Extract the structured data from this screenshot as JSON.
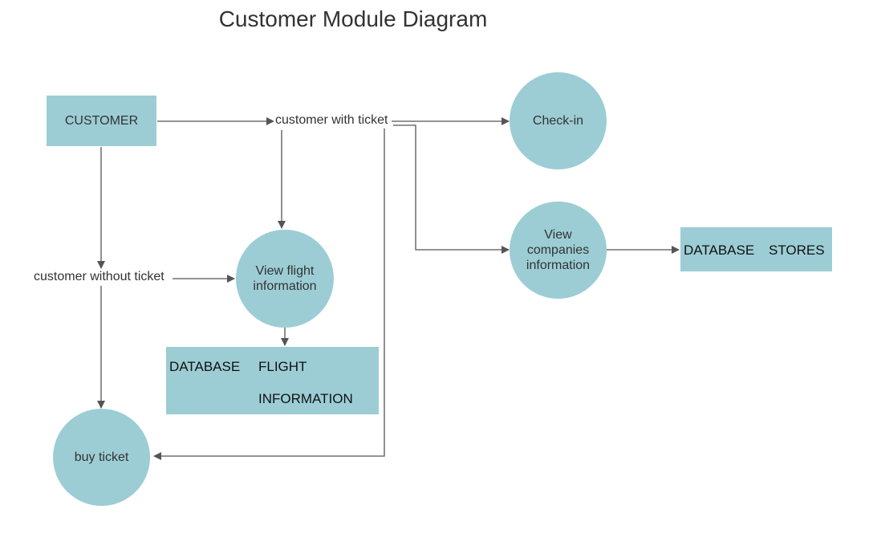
{
  "title": "Customer Module Diagram",
  "nodes": {
    "customer": "CUSTOMER",
    "check_in": "Check-in",
    "view_flight_line1": "View flight",
    "view_flight_line2": "information",
    "view_companies_line1": "View",
    "view_companies_line2": "companies",
    "view_companies_line3": "information",
    "buy_ticket": "buy ticket",
    "db_flight_label": "DATABASE",
    "db_flight_name_line1": "FLIGHT",
    "db_flight_name_line2": "INFORMATION",
    "db_stores_label": "DATABASE",
    "db_stores_name": "STORES"
  },
  "edge_labels": {
    "with_ticket": "customer with ticket",
    "without_ticket": "customer without ticket"
  },
  "colors": {
    "node_fill": "#9ccdd5",
    "edge": "#555555",
    "text": "#333333"
  }
}
